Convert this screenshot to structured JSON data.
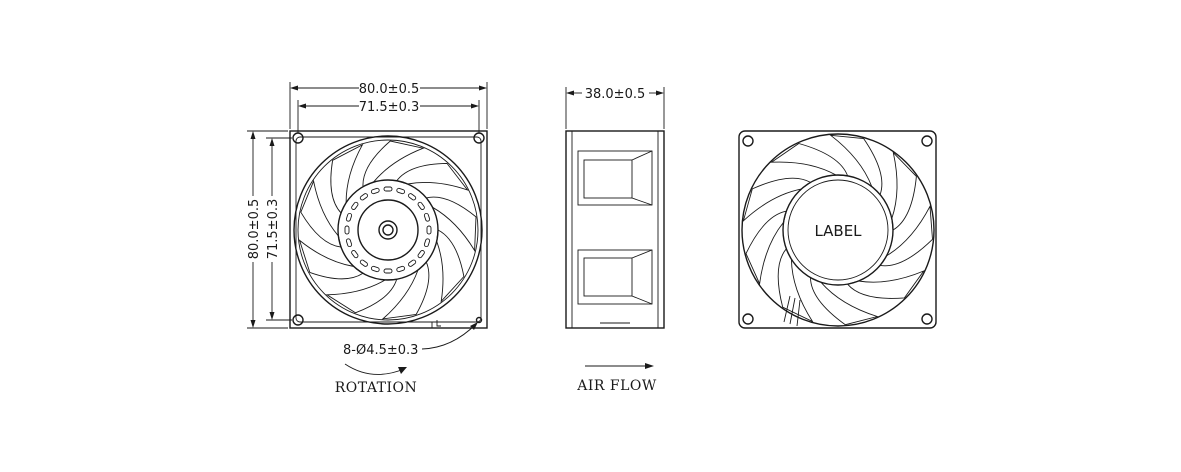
{
  "front_view": {
    "dim_width_outer": "80.0±0.5",
    "dim_width_holes": "71.5±0.3",
    "dim_height_outer": "80.0±0.5",
    "dim_height_holes": "71.5±0.3",
    "dim_holes": "8-Ø4.5±0.3",
    "rotation_caption": "ROTATION"
  },
  "side_view": {
    "dim_depth": "38.0±0.5",
    "airflow_caption": "AIR FLOW"
  },
  "back_view": {
    "label_text": "LABEL"
  }
}
